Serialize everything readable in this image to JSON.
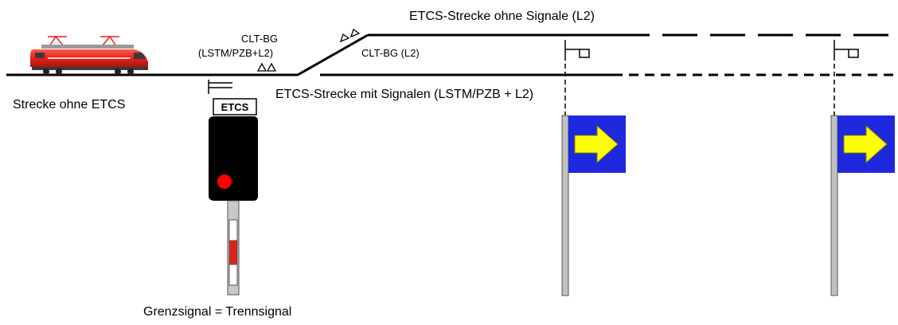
{
  "labels": {
    "line_without_signals": "ETCS-Strecke  ohne  Signale (L2)",
    "clt_bg_left_line1": "CLT-BG",
    "clt_bg_left_line2": "(LSTM/PZB+L2)",
    "clt_bg_right": "CLT-BG (L2)",
    "line_without_etcs": "Strecke  ohne  ETCS",
    "line_with_signals": "ETCS-Strecke mit  Signalen (LSTM/PZB + L2)",
    "etcs_sign": "ETCS",
    "boundary_signal": "Grenzsignal = Trennsignal"
  },
  "colors": {
    "track": "#000000",
    "locomotive_body": "#e8201c",
    "signal_head": "#000000",
    "signal_lamp_red": "#ff0000",
    "post_red_stripe": "#e0201c",
    "mast_grey": "#c0c0c0",
    "board_blue": "#1e28dc",
    "arrow_yellow": "#ffff00"
  },
  "icons": {
    "locomotive": "electric-locomotive-icon",
    "balise": "balise-triangle-icon",
    "marker_board": "etcs-stop-marker-board-icon",
    "signal": "main-signal-icon",
    "arrow": "arrow-right-icon"
  }
}
